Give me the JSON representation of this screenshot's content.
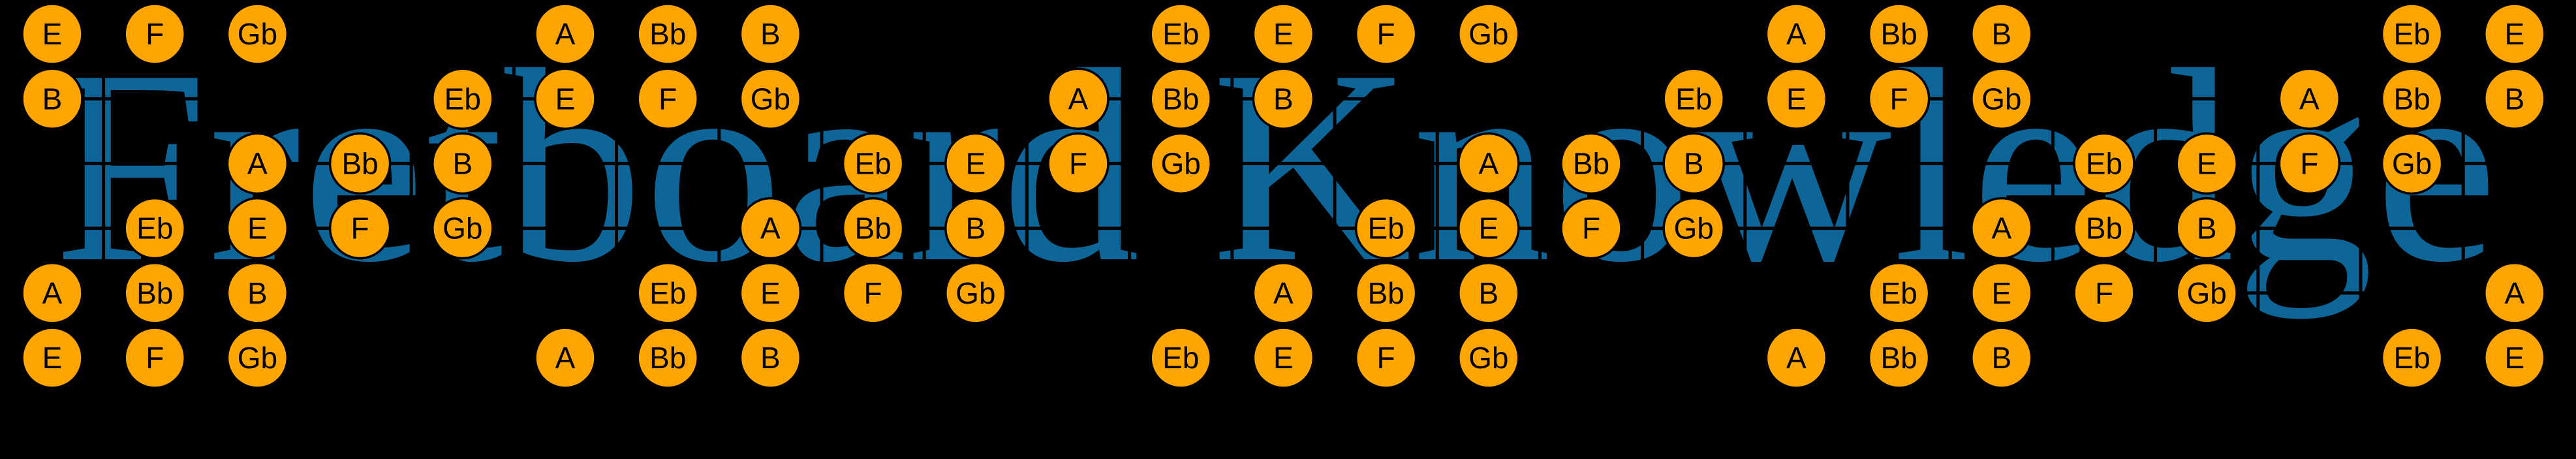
{
  "title": {
    "text": "Fretboard Knowledge"
  },
  "colors": {
    "background": "#000000",
    "title_blue": "#0E6598",
    "grid_line": "#000000",
    "note_fill": "#FFA500",
    "note_outline": "#000000",
    "note_label": "#000000"
  },
  "fretboard": {
    "string_count": 6,
    "fret_positions": 25,
    "note_labels_used": [
      "Eb",
      "E",
      "F",
      "Gb",
      "A",
      "Bb",
      "B"
    ],
    "rows": [
      {
        "notes": [
          [
            0,
            "E"
          ],
          [
            1,
            "F"
          ],
          [
            2,
            "Gb"
          ],
          [
            5,
            "A"
          ],
          [
            6,
            "Bb"
          ],
          [
            7,
            "B"
          ],
          [
            11,
            "Eb"
          ],
          [
            12,
            "E"
          ],
          [
            13,
            "F"
          ],
          [
            14,
            "Gb"
          ],
          [
            17,
            "A"
          ],
          [
            18,
            "Bb"
          ],
          [
            19,
            "B"
          ],
          [
            23,
            "Eb"
          ],
          [
            24,
            "E"
          ]
        ]
      },
      {
        "notes": [
          [
            0,
            "B"
          ],
          [
            4,
            "Eb"
          ],
          [
            5,
            "E"
          ],
          [
            6,
            "F"
          ],
          [
            7,
            "Gb"
          ],
          [
            10,
            "A"
          ],
          [
            11,
            "Bb"
          ],
          [
            12,
            "B"
          ],
          [
            16,
            "Eb"
          ],
          [
            17,
            "E"
          ],
          [
            18,
            "F"
          ],
          [
            19,
            "Gb"
          ],
          [
            22,
            "A"
          ],
          [
            23,
            "Bb"
          ],
          [
            24,
            "B"
          ]
        ]
      },
      {
        "notes": [
          [
            2,
            "A"
          ],
          [
            3,
            "Bb"
          ],
          [
            4,
            "B"
          ],
          [
            8,
            "Eb"
          ],
          [
            9,
            "E"
          ],
          [
            10,
            "F"
          ],
          [
            11,
            "Gb"
          ],
          [
            14,
            "A"
          ],
          [
            15,
            "Bb"
          ],
          [
            16,
            "B"
          ],
          [
            20,
            "Eb"
          ],
          [
            21,
            "E"
          ],
          [
            22,
            "F"
          ],
          [
            23,
            "Gb"
          ]
        ]
      },
      {
        "notes": [
          [
            1,
            "Eb"
          ],
          [
            2,
            "E"
          ],
          [
            3,
            "F"
          ],
          [
            4,
            "Gb"
          ],
          [
            7,
            "A"
          ],
          [
            8,
            "Bb"
          ],
          [
            9,
            "B"
          ],
          [
            13,
            "Eb"
          ],
          [
            14,
            "E"
          ],
          [
            15,
            "F"
          ],
          [
            16,
            "Gb"
          ],
          [
            19,
            "A"
          ],
          [
            20,
            "Bb"
          ],
          [
            21,
            "B"
          ]
        ]
      },
      {
        "notes": [
          [
            0,
            "A"
          ],
          [
            1,
            "Bb"
          ],
          [
            2,
            "B"
          ],
          [
            6,
            "Eb"
          ],
          [
            7,
            "E"
          ],
          [
            8,
            "F"
          ],
          [
            9,
            "Gb"
          ],
          [
            12,
            "A"
          ],
          [
            13,
            "Bb"
          ],
          [
            14,
            "B"
          ],
          [
            18,
            "Eb"
          ],
          [
            19,
            "E"
          ],
          [
            20,
            "F"
          ],
          [
            21,
            "Gb"
          ],
          [
            24,
            "A"
          ]
        ]
      },
      {
        "notes": [
          [
            0,
            "E"
          ],
          [
            1,
            "F"
          ],
          [
            2,
            "Gb"
          ],
          [
            5,
            "A"
          ],
          [
            6,
            "Bb"
          ],
          [
            7,
            "B"
          ],
          [
            11,
            "Eb"
          ],
          [
            12,
            "E"
          ],
          [
            13,
            "F"
          ],
          [
            14,
            "Gb"
          ],
          [
            17,
            "A"
          ],
          [
            18,
            "Bb"
          ],
          [
            19,
            "B"
          ],
          [
            23,
            "Eb"
          ],
          [
            24,
            "E"
          ]
        ]
      }
    ]
  }
}
